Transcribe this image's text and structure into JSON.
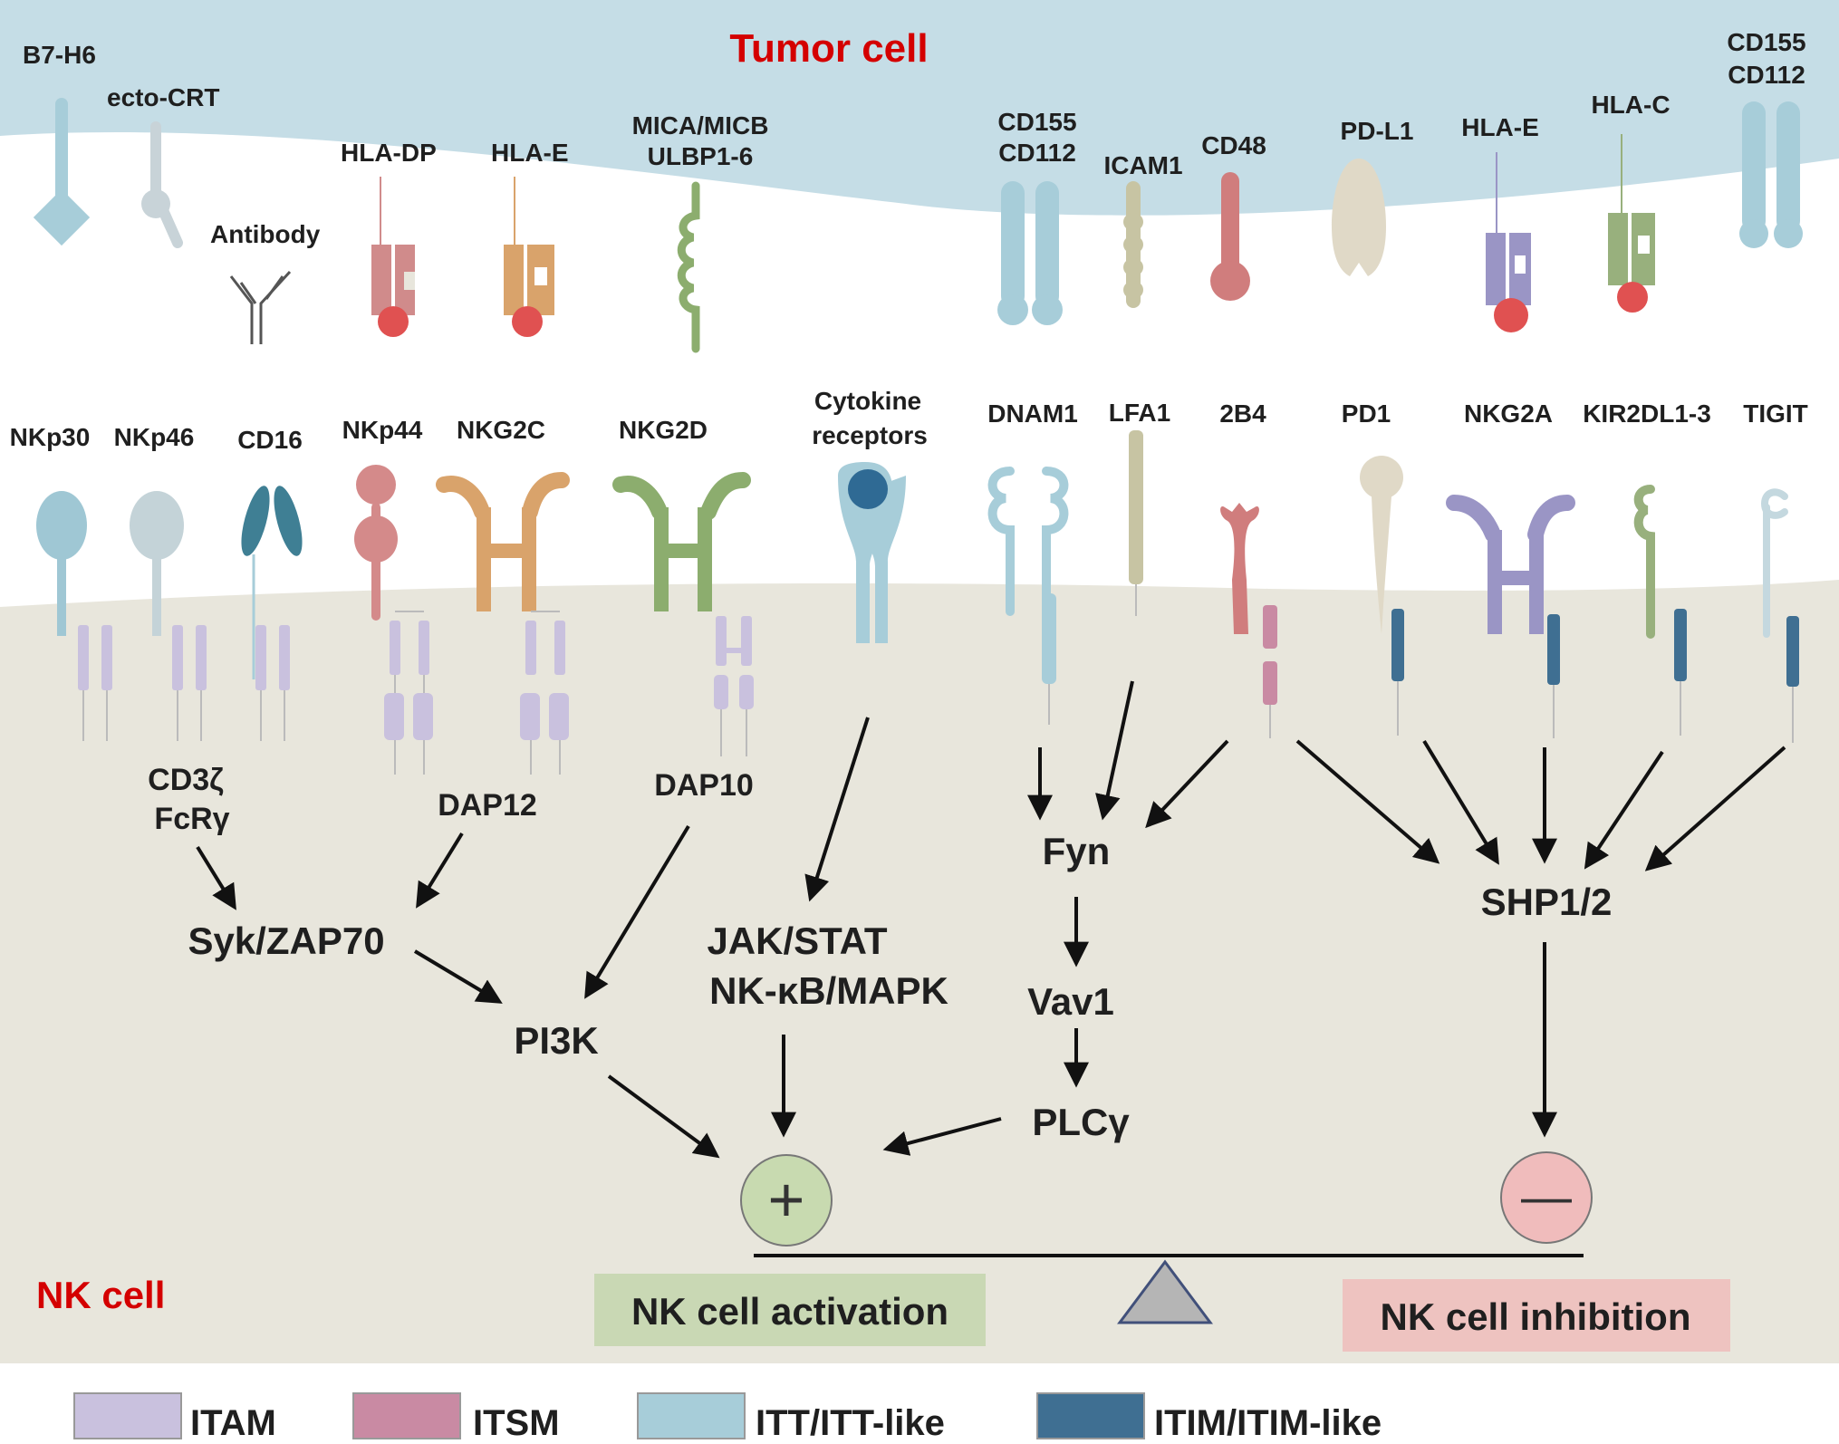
{
  "regions": {
    "tumor": "Tumor cell",
    "nk": "NK cell"
  },
  "ligands": {
    "b7h6": "B7-H6",
    "ecto_crt": "ecto-CRT",
    "antibody": "Antibody",
    "hla_dp": "HLA-DP",
    "hla_e_left": "HLA-E",
    "mica_1": "MICA/MICB",
    "mica_2": "ULBP1-6",
    "cd155_mid_1": "CD155",
    "cd155_mid_2": "CD112",
    "icam1": "ICAM1",
    "cd48": "CD48",
    "pdl1": "PD-L1",
    "hla_e_right": "HLA-E",
    "hla_c": "HLA-C",
    "cd155_right_1": "CD155",
    "cd155_right_2": "CD112"
  },
  "receptors": {
    "nkp30": "NKp30",
    "nkp46": "NKp46",
    "cd16": "CD16",
    "nkp44": "NKp44",
    "nkg2c": "NKG2C",
    "nkg2d": "NKG2D",
    "cytokine_1": "Cytokine",
    "cytokine_2": "receptors",
    "dnam1": "DNAM1",
    "lfa1": "LFA1",
    "r2b4": "2B4",
    "pd1": "PD1",
    "nkg2a": "NKG2A",
    "kir": "KIR2DL1-3",
    "tigit": "TIGIT"
  },
  "adaptors": {
    "cd3z": "CD3ζ",
    "fcrg": "FcRγ",
    "dap12": "DAP12",
    "dap10": "DAP10"
  },
  "signaling": {
    "syk": "Syk/ZAP70",
    "pi3k": "PI3K",
    "jak": "JAK/STAT",
    "nfkb": "NK-κB/MAPK",
    "fyn": "Fyn",
    "vav1": "Vav1",
    "plcg": "PLCγ",
    "shp": "SHP1/2"
  },
  "outcomes": {
    "activation": "NK cell activation",
    "inhibition": "NK cell inhibition",
    "plus_symbol": "+",
    "minus_symbol": "—"
  },
  "legend": [
    {
      "label": "ITAM",
      "color": "#c9c1de"
    },
    {
      "label": "ITSM",
      "color": "#c98aa3"
    },
    {
      "label": "ITT/ITT-like",
      "color": "#a7cdd9"
    },
    {
      "label": "ITIM/ITIM-like",
      "color": "#3f6f92"
    }
  ],
  "colors": {
    "tumor_bg": "#c5dde6",
    "nk_bg": "#e8e6dc",
    "itam": "#c9c1de",
    "itsm": "#c98aa3",
    "itt": "#a7cdd9",
    "itim": "#3f6f92",
    "activation_box": "#c9d8b4",
    "inhibition_box": "#eec3c0",
    "plus_circle": "#c8dab0",
    "minus_circle": "#f0bcbc",
    "title_red": "#d40000"
  }
}
